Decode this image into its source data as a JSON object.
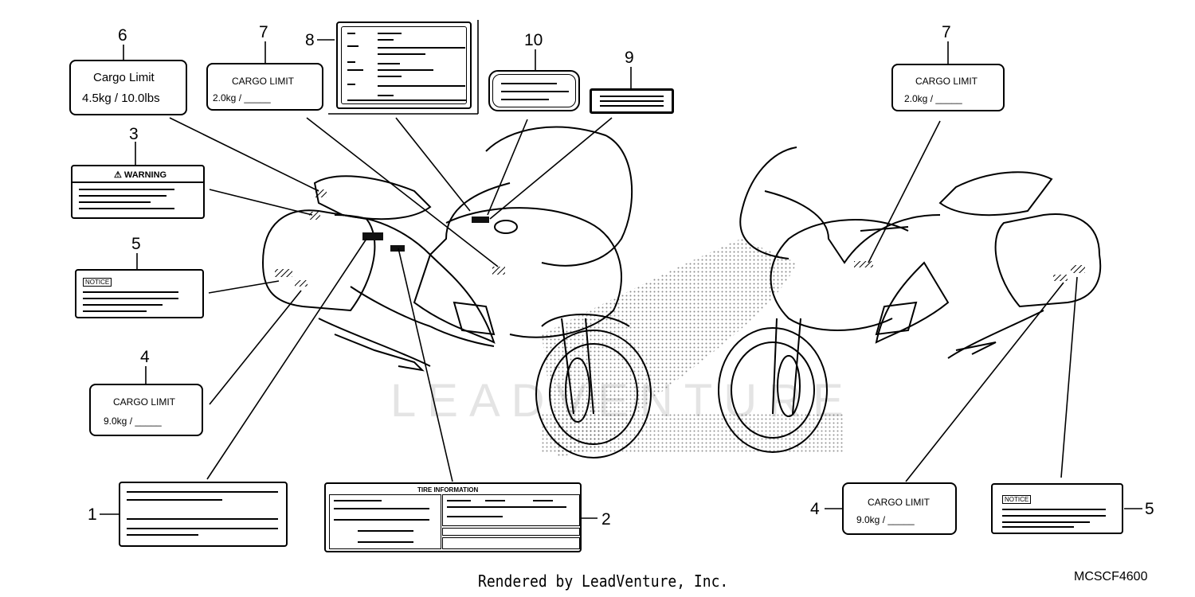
{
  "callouts": [
    "1",
    "2",
    "3",
    "4",
    "4",
    "5",
    "5",
    "6",
    "7",
    "7",
    "8",
    "9",
    "10"
  ],
  "label_6": {
    "title": "Cargo Limit",
    "value": "4.5kg  /  10.0lbs"
  },
  "label_7_left": {
    "title": "CARGO LIMIT",
    "value": "2.0kg   /  _____"
  },
  "label_7_right": {
    "title": "CARGO LIMIT",
    "value": "2.0kg   /  _____"
  },
  "label_3": {
    "title": "⚠ WARNING"
  },
  "label_5_left": {
    "tag": "NOTICE"
  },
  "label_5_right": {
    "tag": "NOTICE"
  },
  "label_4_left": {
    "title": "CARGO LIMIT",
    "value": "9.0kg    /  _____"
  },
  "label_4_right": {
    "title": "CARGO LIMIT",
    "value": "9.0kg    /  _____"
  },
  "label_2": {
    "title": "TIRE INFORMATION"
  },
  "watermark": "LEADVENTURE",
  "footer": {
    "credit": "Rendered by LeadVenture, Inc.",
    "code": "MCSCF4600"
  }
}
